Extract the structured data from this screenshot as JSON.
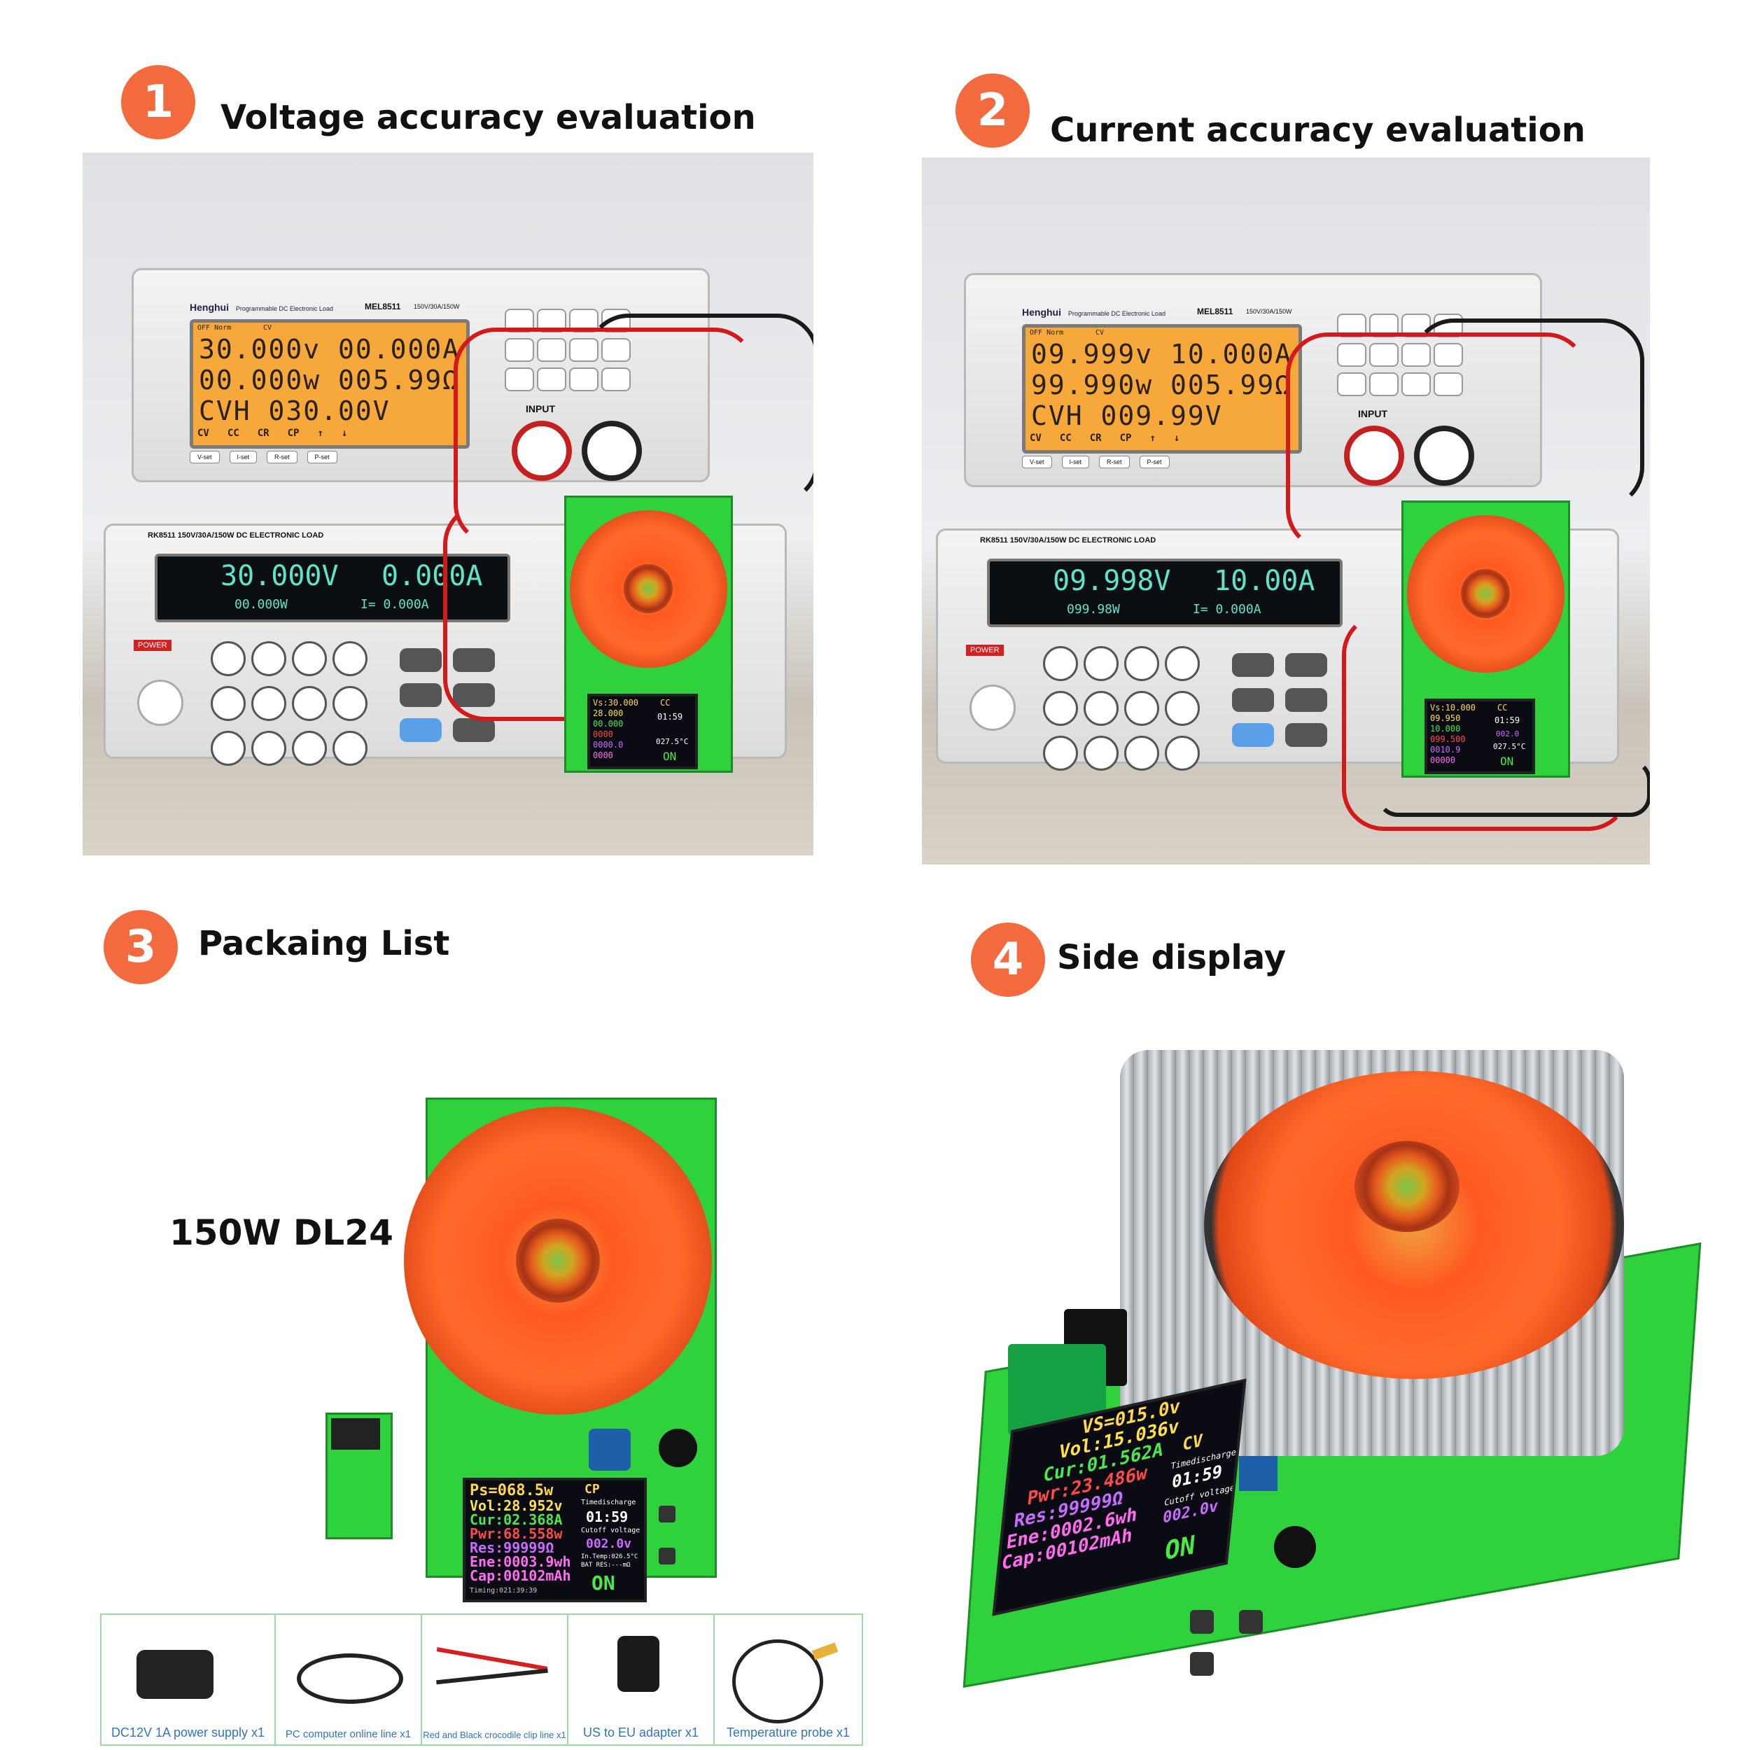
{
  "sections": [
    {
      "number": "1",
      "title": "Voltage accuracy evaluation"
    },
    {
      "number": "2",
      "title": "Current accuracy evaluation"
    },
    {
      "number": "3",
      "title": "Packaing List"
    },
    {
      "number": "4",
      "title": "Side display"
    }
  ],
  "panel1": {
    "brand": "Henghui",
    "subtitle": "Programmable DC Electronic Load",
    "model": "MEL8511",
    "spec": "150V/30A/150W",
    "lcd_status": "OFF Norm",
    "lcd_mode": "CV",
    "lcd_rows": [
      "30.000v  00.000A",
      "00.000w  005.99Ω",
      "CVH      030.00V"
    ],
    "lcd_buttons": [
      "CV",
      "CC",
      "CR",
      "CP",
      "↑",
      "↓"
    ],
    "soft_keys": [
      "V-set",
      "I-set",
      "R-set",
      "P-set"
    ],
    "input_label": "INPUT",
    "rk_label": "RK8511 150V/30A/150W DC ELECTRONIC LOAD",
    "rk_voltage": "30.000V",
    "rk_current": "0.000A",
    "rk_sub1": "00.000W",
    "rk_sub2": "I= 0.000A",
    "power_label": "POWER",
    "board_screen": [
      "Vs:30.000",
      "28.000",
      "00.000",
      "0000",
      "0000.0",
      "0000"
    ],
    "board_right": [
      "CC",
      "01:59",
      "027.5°C",
      "ON"
    ]
  },
  "panel2": {
    "brand": "Henghui",
    "subtitle": "Programmable DC Electronic Load",
    "model": "MEL8511",
    "spec": "150V/30A/150W",
    "lcd_status": "OFF Norm",
    "lcd_mode": "CV",
    "lcd_rows": [
      "09.999v  10.000A",
      "99.990w  005.99Ω",
      "CVH      009.99V"
    ],
    "lcd_buttons": [
      "CV",
      "CC",
      "CR",
      "CP",
      "↑",
      "↓"
    ],
    "soft_keys": [
      "V-set",
      "I-set",
      "R-set",
      "P-set"
    ],
    "input_label": "INPUT",
    "rk_label": "RK8511 150V/30A/150W DC ELECTRONIC LOAD",
    "rk_voltage": "09.998V",
    "rk_current": "10.00A",
    "rk_sub1": "099.98W",
    "rk_sub2": "I= 0.000A",
    "power_label": "POWER",
    "board_screen": [
      "Vs:10.000",
      "09.950",
      "10.000",
      "099.500",
      "0010.9",
      "00000"
    ],
    "board_right": [
      "CC",
      "01:59",
      "002.0",
      "027.5°C",
      "ON"
    ]
  },
  "product": {
    "label": "150W DL24",
    "screen_left": [
      "Ps=068.5w",
      "Vol:28.952v",
      "Cur:02.368A",
      "Pwr:68.558w",
      "Res:99999Ω",
      "Ene:0003.9wh",
      "Cap:00102mAh"
    ],
    "screen_right": [
      "CP",
      "Timedischarge",
      "01:59",
      "Cutoff voltage",
      "002.0v",
      "In.Temp:026.5°C",
      "BAT RES:---mΩ",
      "ON"
    ],
    "screen_footer": "Timing:021:39:39"
  },
  "side": {
    "screen_left": [
      "VS=015.0v",
      "Vol:15.036v",
      "Cur:01.562A",
      "Pwr:23.486w",
      "Res:99999Ω",
      "Ene:0002.6wh",
      "Cap:00102mAh"
    ],
    "screen_right": [
      "CV",
      "Timedischarge",
      "01:59",
      "Cutoff voltage",
      "002.0v",
      "ON"
    ]
  },
  "packing": [
    {
      "caption": "DC12V 1A power supply x1"
    },
    {
      "caption": "PC computer online line x1"
    },
    {
      "caption": "Red and Black crocodile clip line x1"
    },
    {
      "caption": "US to EU adapter  x1"
    },
    {
      "caption": "Temperature probe x1"
    }
  ],
  "colors": {
    "badge": "#f26a3d",
    "pcb": "#2fd13c",
    "fan": "#ff5a20",
    "lcd_orange": "#f6a93a",
    "caption": "#2f74c0"
  }
}
